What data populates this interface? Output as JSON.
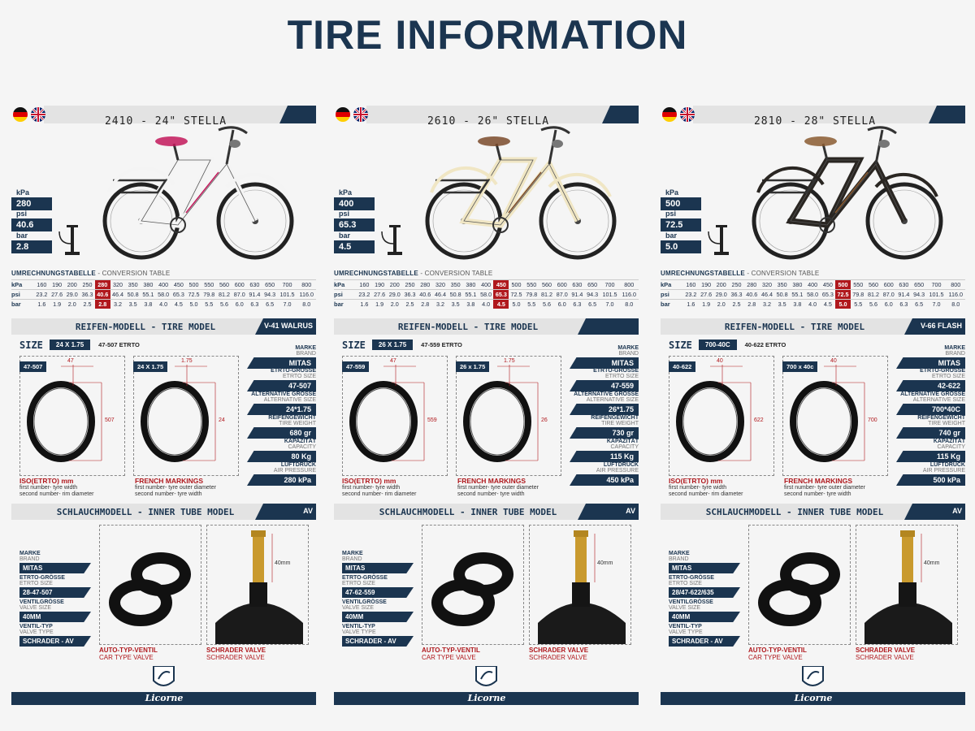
{
  "page_title": "TIRE INFORMATION",
  "conversion_title": "UMRECHNUNGSTABELLE",
  "conversion_title_en": "- CONVERSION TABLE",
  "conversion_table": {
    "kpa": [
      "160",
      "190",
      "200",
      "250",
      "280",
      "320",
      "350",
      "380",
      "400",
      "450",
      "500",
      "550",
      "560",
      "600",
      "630",
      "650",
      "700",
      "800"
    ],
    "psi": [
      "23.2",
      "27.6",
      "29.0",
      "36.3",
      "40.6",
      "46.4",
      "50.8",
      "55.1",
      "58.0",
      "65.3",
      "72.5",
      "79.8",
      "81.2",
      "87.0",
      "91.4",
      "94.3",
      "101.5",
      "116.0"
    ],
    "bar": [
      "1.6",
      "1.9",
      "2.0",
      "2.5",
      "2.8",
      "3.2",
      "3.5",
      "3.8",
      "4.0",
      "4.5",
      "5.0",
      "5.5",
      "5.6",
      "6.0",
      "6.3",
      "6.5",
      "7.0",
      "8.0"
    ]
  },
  "labels": {
    "kpa": "kPa",
    "psi": "psi",
    "bar": "bar",
    "size": "SIZE",
    "tire_model": "REIFEN-MODELL - TIRE MODEL",
    "tube_model": "SCHLAUCHMODELL - INNER TUBE MODEL",
    "iso": "ISO(ETRTO) mm",
    "iso_l1": "first number- tyre width",
    "iso_l2": "second number- rim diameter",
    "french": "FRENCH MARKINGS",
    "french_l1": "first number- tyre outer diameter",
    "french_l2": "second number- tyre width",
    "brand_de": "MARKE",
    "brand_en": "BRAND",
    "etrto_de": "ETRTO-GRÖSSE",
    "etrto_en": "ETRTO SIZE",
    "alt_de": "ALTERNATIVE GRÖSSE",
    "alt_en": "ALTERNATIVE SIZE",
    "weight_de": "REIFENGEWICHT",
    "weight_en": "TIRE WEIGHT",
    "cap_de": "KAPAZITÄT",
    "cap_en": "CAPACITY",
    "air_de": "LUFTDRUCK",
    "air_en": "AIR PRESSURE",
    "valve_size_de": "VENTILGRÖSSE",
    "valve_size_en": "VALVE SIZE",
    "valve_type_de": "VENTIL-TYP",
    "valve_type_en": "VALVE TYPE",
    "auto_valve": "AUTO-TYP-VENTIL",
    "car_valve": "CAR TYPE VALVE",
    "schrader_valve": "SCHRADER VALVE",
    "valve_len": "40mm",
    "tube_tag": "AV",
    "brand_name": "Licorne"
  },
  "columns": [
    {
      "title": "2410 - 24\" STELLA",
      "bike_color": "#f4f4f4",
      "accent": "#c2185b",
      "kpa": "280",
      "psi": "40.6",
      "bar": "2.8",
      "hl_index": 4,
      "tire_tag": "V-41 WALRUS",
      "size_chip": "24 X 1.75",
      "etrto_text": "47-507 ETRTO",
      "iso_label": "47-507",
      "iso_w": "47",
      "iso_d": "507",
      "fr_label": "24 X 1.75",
      "fr_w": "1.75",
      "fr_d": "24",
      "brand": "MITAS",
      "etrto": "47-507",
      "alt": "24*1.75",
      "weight": "680 gr",
      "cap": "80 Kg",
      "air": "280 kPa",
      "tube_brand": "MITAS",
      "tube_etrto": "28-47-507",
      "valve_size": "40MM",
      "valve_type": "SCHRADER - AV"
    },
    {
      "title": "2610 - 26\" STELLA",
      "bike_color": "#f0e6c4",
      "accent": "#7a4a2a",
      "kpa": "400",
      "psi": "65.3",
      "bar": "4.5",
      "hl_index": 9,
      "tire_tag": "",
      "size_chip": "26 X 1.75",
      "etrto_text": "47-559 ETRTO",
      "iso_label": "47-559",
      "iso_w": "47",
      "iso_d": "559",
      "fr_label": "26 x 1.75",
      "fr_w": "1.75",
      "fr_d": "26",
      "brand": "MITAS",
      "etrto": "47-559",
      "alt": "26*1.75",
      "weight": "730 gr",
      "cap": "115 Kg",
      "air": "450 kPa",
      "tube_brand": "MITAS",
      "tube_etrto": "47-62-559",
      "valve_size": "40MM",
      "valve_type": "SCHRADER - AV"
    },
    {
      "title": "2810 - 28\" STELLA",
      "bike_color": "#2a2622",
      "accent": "#8a5a30",
      "kpa": "500",
      "psi": "72.5",
      "bar": "5.0",
      "hl_index": 10,
      "tire_tag": "V-66 FLASH",
      "size_chip": "700-40C",
      "etrto_text": "40-622 ETRTO",
      "iso_label": "40-622",
      "iso_w": "40",
      "iso_d": "622",
      "fr_label": "700 x 40c",
      "fr_w": "40",
      "fr_d": "700",
      "brand": "MITAS",
      "etrto": "42-622",
      "alt": "700*40C",
      "weight": "740 gr",
      "cap": "115 Kg",
      "air": "500 kPa",
      "tube_brand": "MITAS",
      "tube_etrto": "28/47-622/635",
      "valve_size": "40MM",
      "valve_type": "SCHRADER - AV"
    }
  ]
}
